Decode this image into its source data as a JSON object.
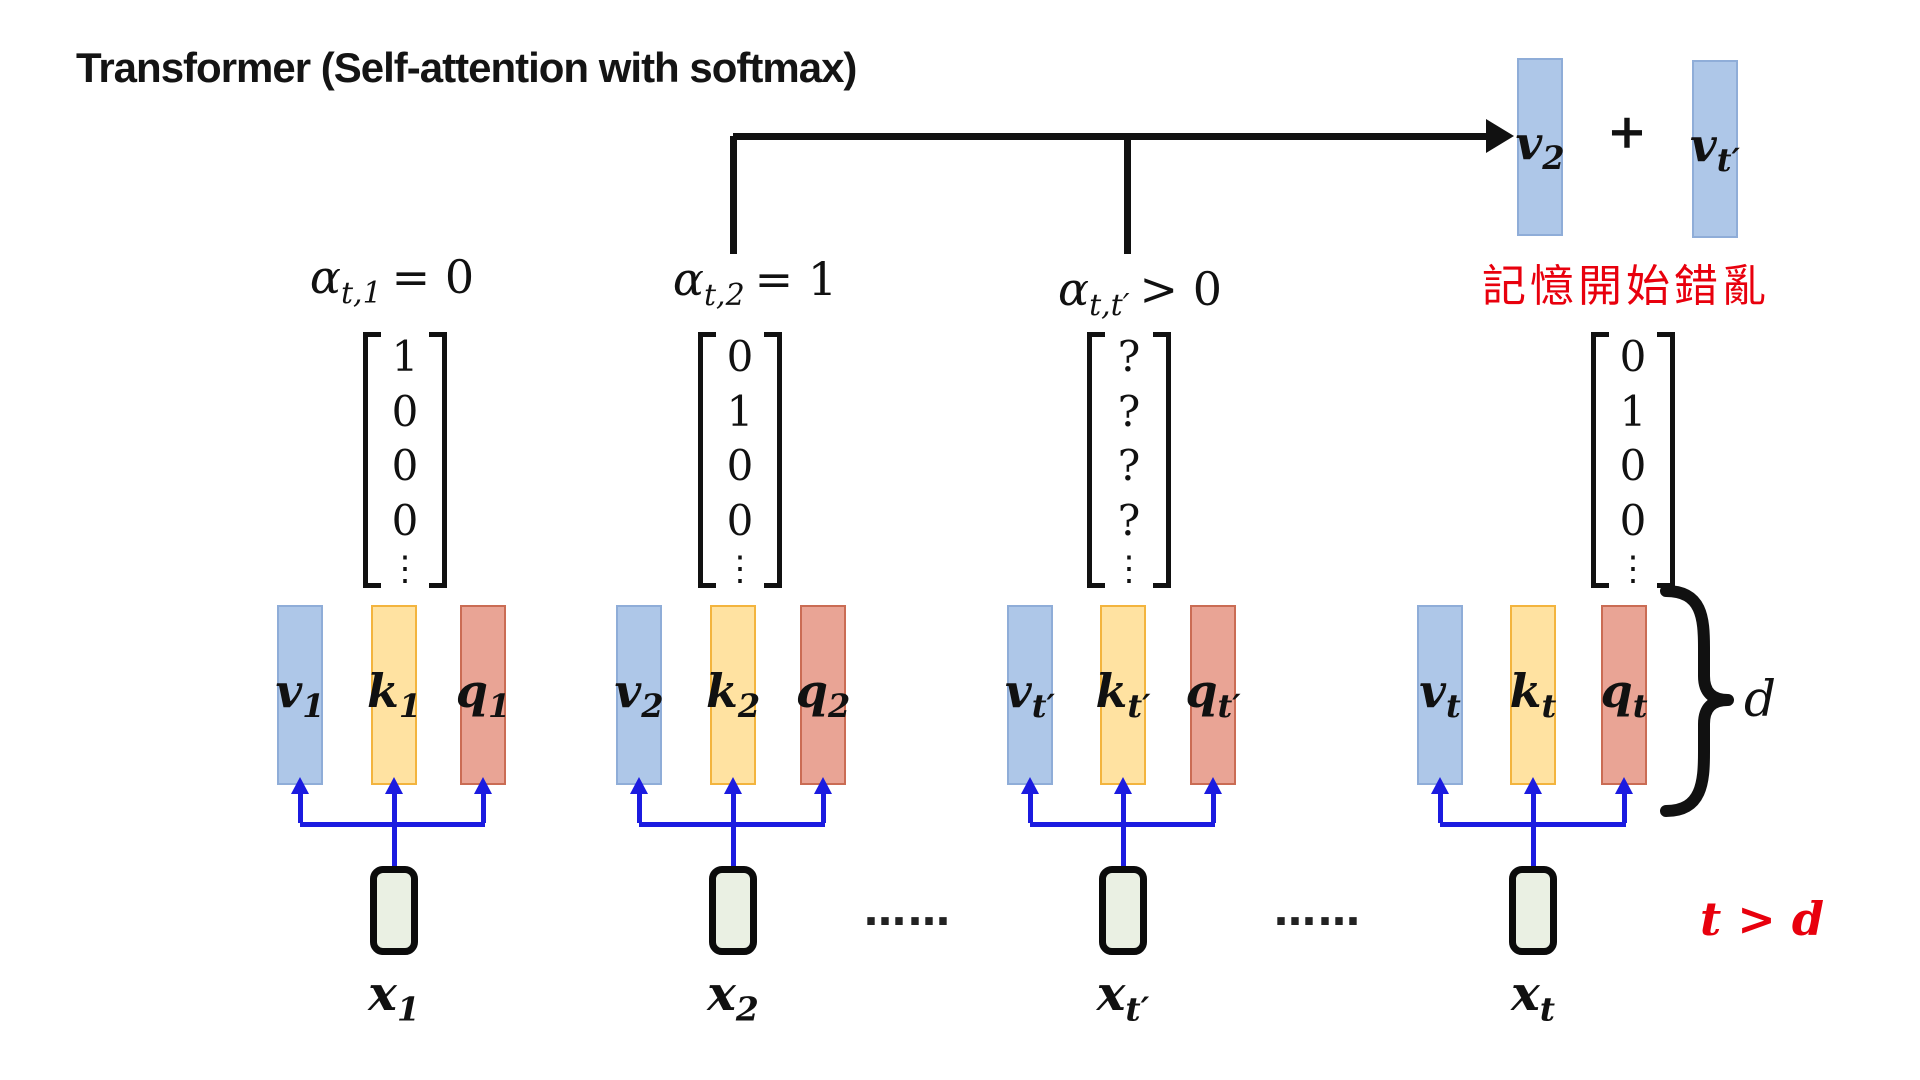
{
  "title": "Transformer (Self-attention with softmax)",
  "ellipsis": "……",
  "groups": [
    {
      "alpha": {
        "symbol": "α",
        "sub": "t,1",
        "rest": "= 0"
      },
      "vector": [
        "1",
        "0",
        "0",
        "0",
        "⋮"
      ],
      "bars": [
        {
          "letter": "v",
          "sub": "1"
        },
        {
          "letter": "k",
          "sub": "1"
        },
        {
          "letter": "q",
          "sub": "1"
        }
      ],
      "input": {
        "letter": "x",
        "sub": "1"
      }
    },
    {
      "alpha": {
        "symbol": "α",
        "sub": "t,2",
        "rest": "= 1"
      },
      "vector": [
        "0",
        "1",
        "0",
        "0",
        "⋮"
      ],
      "bars": [
        {
          "letter": "v",
          "sub": "2"
        },
        {
          "letter": "k",
          "sub": "2"
        },
        {
          "letter": "q",
          "sub": "2"
        }
      ],
      "input": {
        "letter": "x",
        "sub": "2"
      }
    },
    {
      "alpha": {
        "symbol": "α",
        "sub": "t,t′",
        "rest": "> 0"
      },
      "vector": [
        "?",
        "?",
        "?",
        "?",
        "⋮"
      ],
      "bars": [
        {
          "letter": "v",
          "sub": "t′"
        },
        {
          "letter": "k",
          "sub": "t′"
        },
        {
          "letter": "q",
          "sub": "t′"
        }
      ],
      "input": {
        "letter": "x",
        "sub": "t′"
      }
    },
    {
      "vector": [
        "0",
        "1",
        "0",
        "0",
        "⋮"
      ],
      "bars": [
        {
          "letter": "v",
          "sub": "t"
        },
        {
          "letter": "k",
          "sub": "t"
        },
        {
          "letter": "q",
          "sub": "t"
        }
      ],
      "input": {
        "letter": "x",
        "sub": "t"
      }
    }
  ],
  "output": {
    "left": {
      "letter": "v",
      "sub": "2"
    },
    "plus": "+",
    "right": {
      "letter": "v",
      "sub": "t′"
    }
  },
  "annotations": {
    "memory_note": "記憶開始錯亂",
    "dimension_label": "d",
    "condition": "t > d"
  },
  "colors": {
    "value_bar": "#aec7e8",
    "key_bar": "#ffe2a1",
    "query_bar": "#e9a495",
    "input_box": "#eaf0e3",
    "arrow_blue": "#1b1be0",
    "alert_red": "#e8000d"
  }
}
